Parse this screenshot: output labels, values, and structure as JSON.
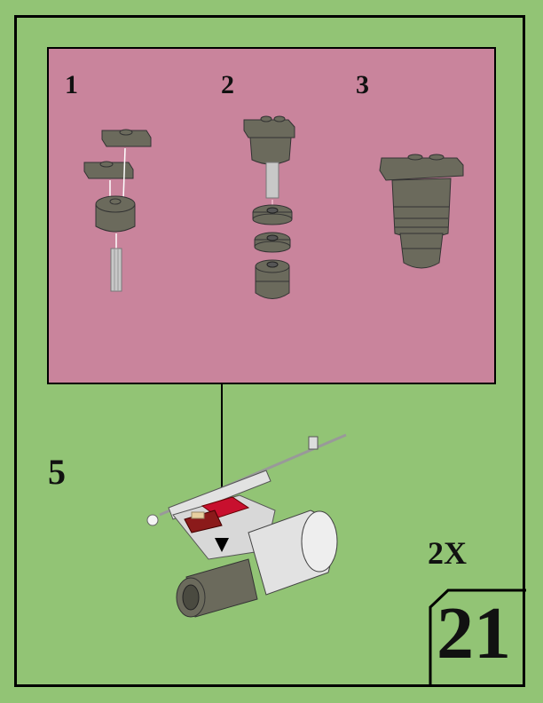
{
  "colors": {
    "page_background": "#92c475",
    "substep_background": "#c9849c",
    "frame": "#000000",
    "brick_dark_gray": "#6b6a5c",
    "brick_light_gray": "#e2e2e2",
    "brick_red": "#c8102e",
    "brick_dark_red": "#8b1a1a",
    "brick_tan": "#e8d0a0"
  },
  "substeps": [
    {
      "number": "1",
      "description": "Two 1x2 dark gray plates onto 2x2 round brick, axle below"
    },
    {
      "number": "2",
      "description": "Assembly from step 1 onto three stacked round parts"
    },
    {
      "number": "3",
      "description": "Completed engine assembly"
    }
  ],
  "main_step": {
    "number": "5",
    "multiplier": "2X",
    "description": "Attach engine assembly to ship section"
  },
  "page": {
    "number": "21"
  }
}
